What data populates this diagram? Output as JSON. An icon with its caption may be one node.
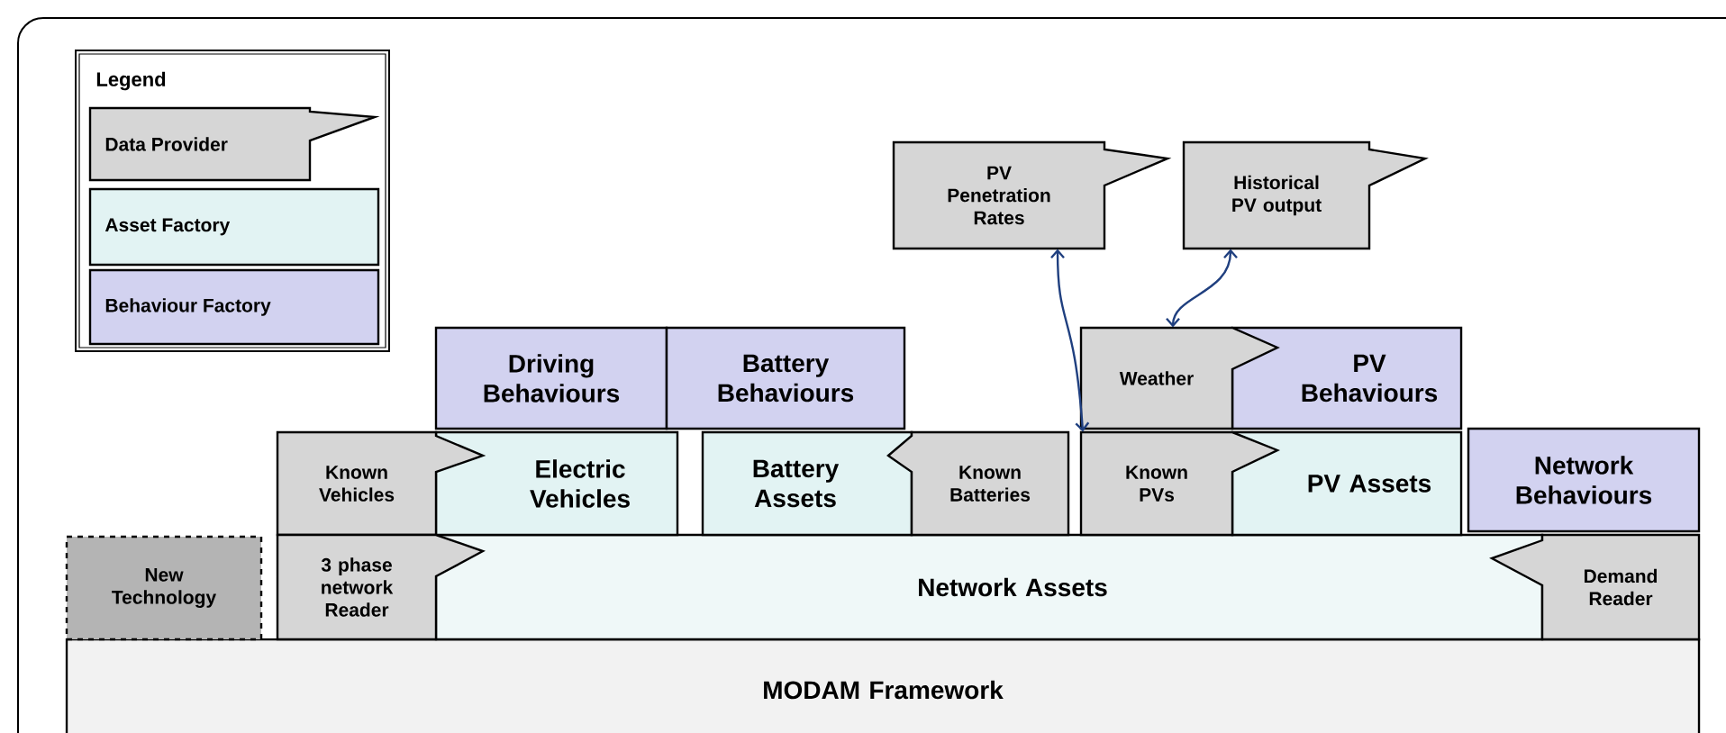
{
  "diagram": {
    "nodes": [
      {
        "text": [
          "PV Penetration Rates"
        ]
      },
      {
        "text": [
          "Historical PV output"
        ]
      },
      {
        "text": [
          "Driving Behaviours"
        ]
      },
      {
        "text": [
          "Battery Behaviours"
        ]
      },
      {
        "text": [
          "Weather"
        ]
      },
      {
        "text": [
          "PV Behaviours"
        ]
      },
      {
        "text": [
          "Known Vehicles"
        ]
      },
      {
        "text": [
          "Electric Vehicles"
        ]
      },
      {
        "text": [
          "Battery Assets"
        ]
      },
      {
        "text": [
          "Known Batteries"
        ]
      },
      {
        "text": [
          "Known PVs"
        ]
      },
      {
        "text": [
          "PV Assets"
        ]
      },
      {
        "text": [
          "Network Behaviours"
        ]
      },
      {
        "text": [
          "New Technology"
        ]
      },
      {
        "text": [
          "3 phase network Reader"
        ]
      },
      {
        "text": [
          "Network Assets"
        ]
      },
      {
        "text": [
          "Demand Reader"
        ]
      },
      {
        "text": [
          "MODAM Framework"
        ]
      }
    ],
    "edges": [
      {
        "from": 0,
        "to": 10,
        "arrow": "both"
      },
      {
        "from": 1,
        "to": 4,
        "arrow": "both"
      }
    ],
    "labels": [
      "Legend"
    ],
    "legend": [
      {
        "text": "Data Provider",
        "color": "#d6d6d6"
      },
      {
        "text": "Asset Factory",
        "color": "#e2f3f3"
      },
      {
        "text": "Behaviour Factory",
        "color": "#d2d2f0"
      }
    ]
  }
}
